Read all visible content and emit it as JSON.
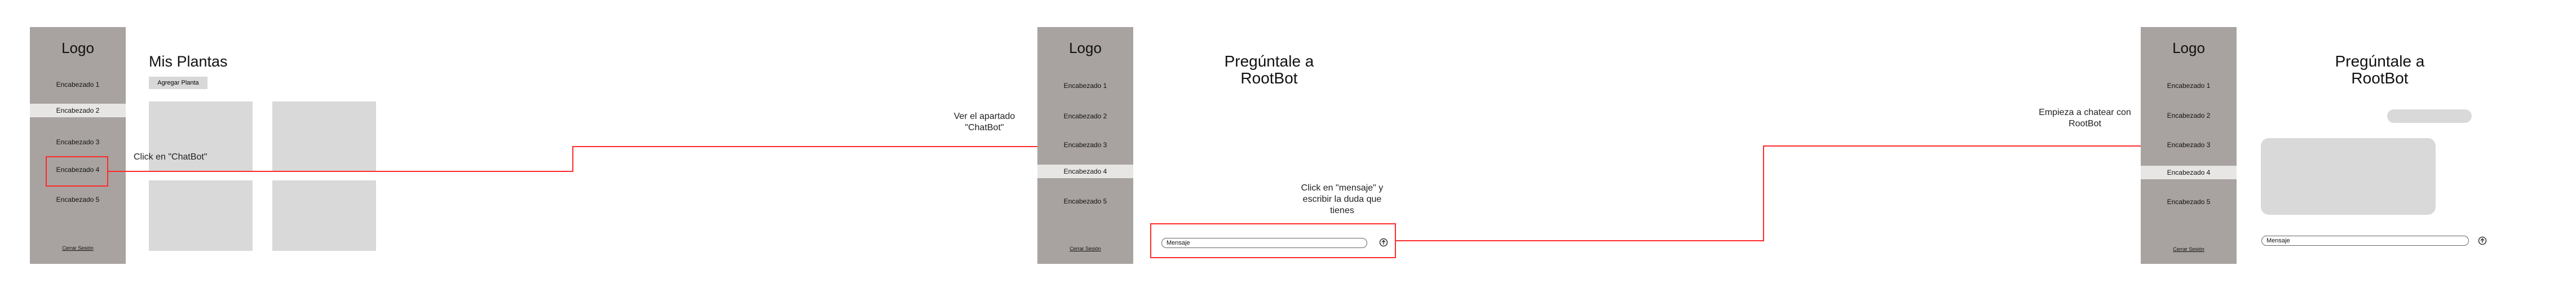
{
  "screens": {
    "plants": {
      "logo": "Logo",
      "nav_items": [
        "Encabezado 1",
        "Encabezado 2",
        "Encabezado 3",
        "Encabezado 4",
        "Encabezado 5"
      ],
      "logout": "Cerrar Sesión",
      "title": "Mis Plantas",
      "add_button": "Agregar Planta"
    },
    "chatbot": {
      "logo": "Logo",
      "nav_items": [
        "Encabezado 1",
        "Encabezado 2",
        "Encabezado 3",
        "Encabezado 4",
        "Encabezado 5"
      ],
      "logout": "Cerrar Sesión",
      "title_line1": "Pregúntale a",
      "title_line2": "RootBot",
      "message_placeholder": "Mensaje"
    },
    "conversation": {
      "logo": "Logo",
      "nav_items": [
        "Encabezado 1",
        "Encabezado 2",
        "Encabezado 3",
        "Encabezado 4",
        "Encabezado 5"
      ],
      "logout": "Cerrar Sesión",
      "title_line1": "Pregúntale a",
      "title_line2": "RootBot",
      "message_placeholder": "Mensaje"
    }
  },
  "annotations": {
    "click_chatbot": "Click en \"ChatBot\"",
    "see_chatbot_line1": "Ver el apartado",
    "see_chatbot_line2": "\"ChatBot\"",
    "click_message_line1": "Click en \"mensaje\" y",
    "click_message_line2": "escribir la duda que",
    "click_message_line3": "tienes",
    "start_chat_line1": "Empieza a chatear con",
    "start_chat_line2": "RootBot"
  },
  "icons": {
    "send": "send-icon"
  },
  "colors": {
    "sidebar": "#a8a3a0",
    "active_item": "#e7e6e5",
    "placeholder": "#d9d9d9",
    "connector": "#ff2a2a"
  }
}
